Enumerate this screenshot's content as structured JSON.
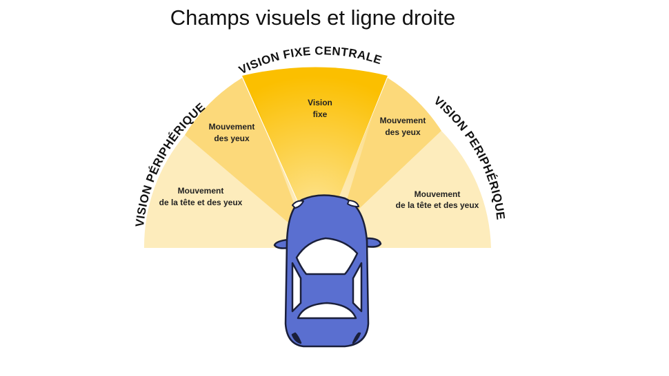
{
  "title": "Champs visuels et ligne droite",
  "arc_labels": {
    "left": "VISION PÉRIPHÉRIQUE",
    "center": "VISION FIXE CENTRALE",
    "right": "VISION PERIPHÉRIQUE"
  },
  "zones": {
    "outer_left": [
      "Mouvement",
      "de la tête et des yeux"
    ],
    "mid_left": [
      "Mouvement",
      "des yeux"
    ],
    "center": [
      "Vision",
      "fixe"
    ],
    "mid_right": [
      "Mouvement",
      "des yeux"
    ],
    "outer_right": [
      "Mouvement",
      "de la tête et des yeux"
    ]
  },
  "colors": {
    "outer_zone": "#fdecbc",
    "mid_zone": "#fcd97a",
    "center_zone": "#fbbf00",
    "car_body": "#5a6fd0",
    "car_outline": "#1a1f3a"
  }
}
